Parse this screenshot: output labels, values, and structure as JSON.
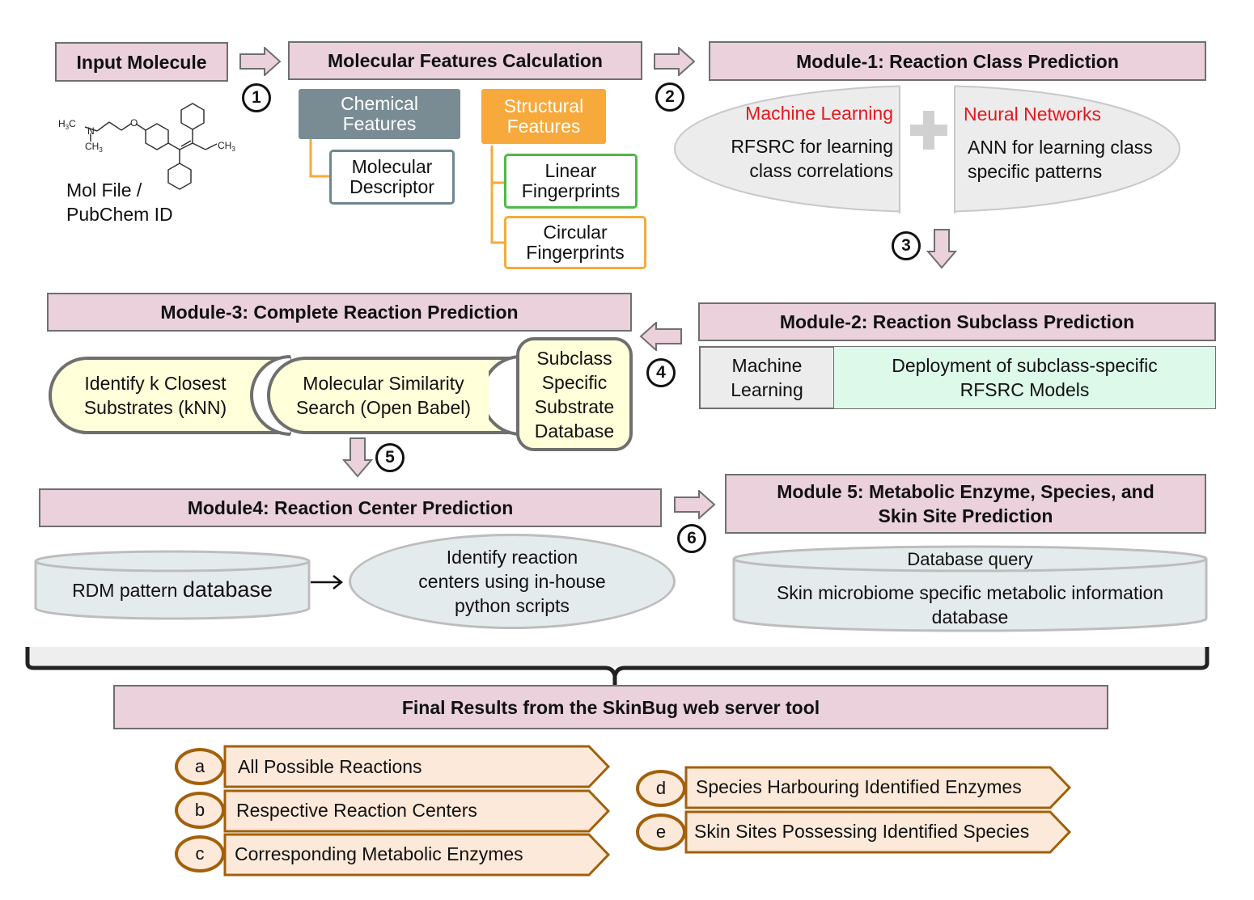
{
  "input": {
    "title": "Input Molecule",
    "mol_caption_1": "Mol File /",
    "mol_caption_2": "PubChem ID",
    "chem_label_h3c": "H",
    "chem_label_sub3": "3",
    "chem_label_c": "C",
    "chem_label_n": "N",
    "chem_label_ch": "CH",
    "chem_label_o": "O"
  },
  "features": {
    "title": "Molecular Features Calculation",
    "chemical_line1": "Chemical",
    "chemical_line2": "Features",
    "structural_line1": "Structural",
    "structural_line2": "Features",
    "mol_desc_line1": "Molecular",
    "mol_desc_line2": "Descriptor",
    "linear_line1": "Linear",
    "linear_line2": "Fingerprints",
    "circular_line1": "Circular",
    "circular_line2": "Fingerprints"
  },
  "module1": {
    "title": "Module-1: Reaction Class Prediction",
    "ml_title": "Machine Learning",
    "ml_line1": "RFSRC for learning",
    "ml_line2": "class correlations",
    "nn_title": "Neural Networks",
    "nn_line1": "ANN for learning class",
    "nn_line2": "specific patterns"
  },
  "module2": {
    "title": "Module-2: Reaction Subclass Prediction",
    "ml_line1": "Machine",
    "ml_line2": "Learning",
    "deploy_line1": "Deployment of subclass-specific",
    "deploy_line2": "RFSRC Models"
  },
  "module3": {
    "title": "Module-3: Complete Reaction Prediction",
    "knn_line1": "Identify k Closest",
    "knn_line2": "Substrates (kNN)",
    "sim_line1": "Molecular Similarity",
    "sim_line2": "Search (Open Babel)",
    "db_line1": "Subclass",
    "db_line2": "Specific",
    "db_line3": "Substrate",
    "db_line4": "Database"
  },
  "module4": {
    "title": "Module4: Reaction Center Prediction",
    "rdm_prefix": "RDM pattern ",
    "rdm_suffix": "database",
    "identify_line1": "Identify reaction",
    "identify_line2": "centers using in-house",
    "identify_line3": "python scripts"
  },
  "module5": {
    "title_line1": "Module 5: Metabolic Enzyme, Species, and",
    "title_line2": "Skin Site Prediction",
    "query": "Database query",
    "db_line1": "Skin microbiome specific metabolic information",
    "db_line2": "database"
  },
  "steps": [
    "1",
    "2",
    "3",
    "4",
    "5",
    "6"
  ],
  "final": {
    "title": "Final Results from the SkinBug web server tool",
    "results": [
      {
        "letter": "a",
        "text": "All Possible Reactions"
      },
      {
        "letter": "b",
        "text": "Respective Reaction Centers"
      },
      {
        "letter": "c",
        "text": "Corresponding Metabolic Enzymes"
      },
      {
        "letter": "d",
        "text": "Species Harbouring Identified Enzymes"
      },
      {
        "letter": "e",
        "text": "Skin Sites Possessing Identified Species"
      }
    ]
  },
  "colors": {
    "pink": "#ead1dc",
    "gray_header": "#798c94",
    "orange_header": "#f8a93b",
    "green_border": "#4fb848",
    "orange_border": "#f8a93b",
    "red_text": "#e8171c",
    "pill_fill": "#ffffd9",
    "mint": "#dcf9ea",
    "result_border": "#a2600b",
    "result_fill": "#fde9d9"
  },
  "icons": [
    "arrow-right-icon",
    "arrow-down-icon",
    "arrow-left-icon",
    "plus-icon",
    "molecule-structure-icon",
    "database-cylinder-icon",
    "brace-icon"
  ]
}
